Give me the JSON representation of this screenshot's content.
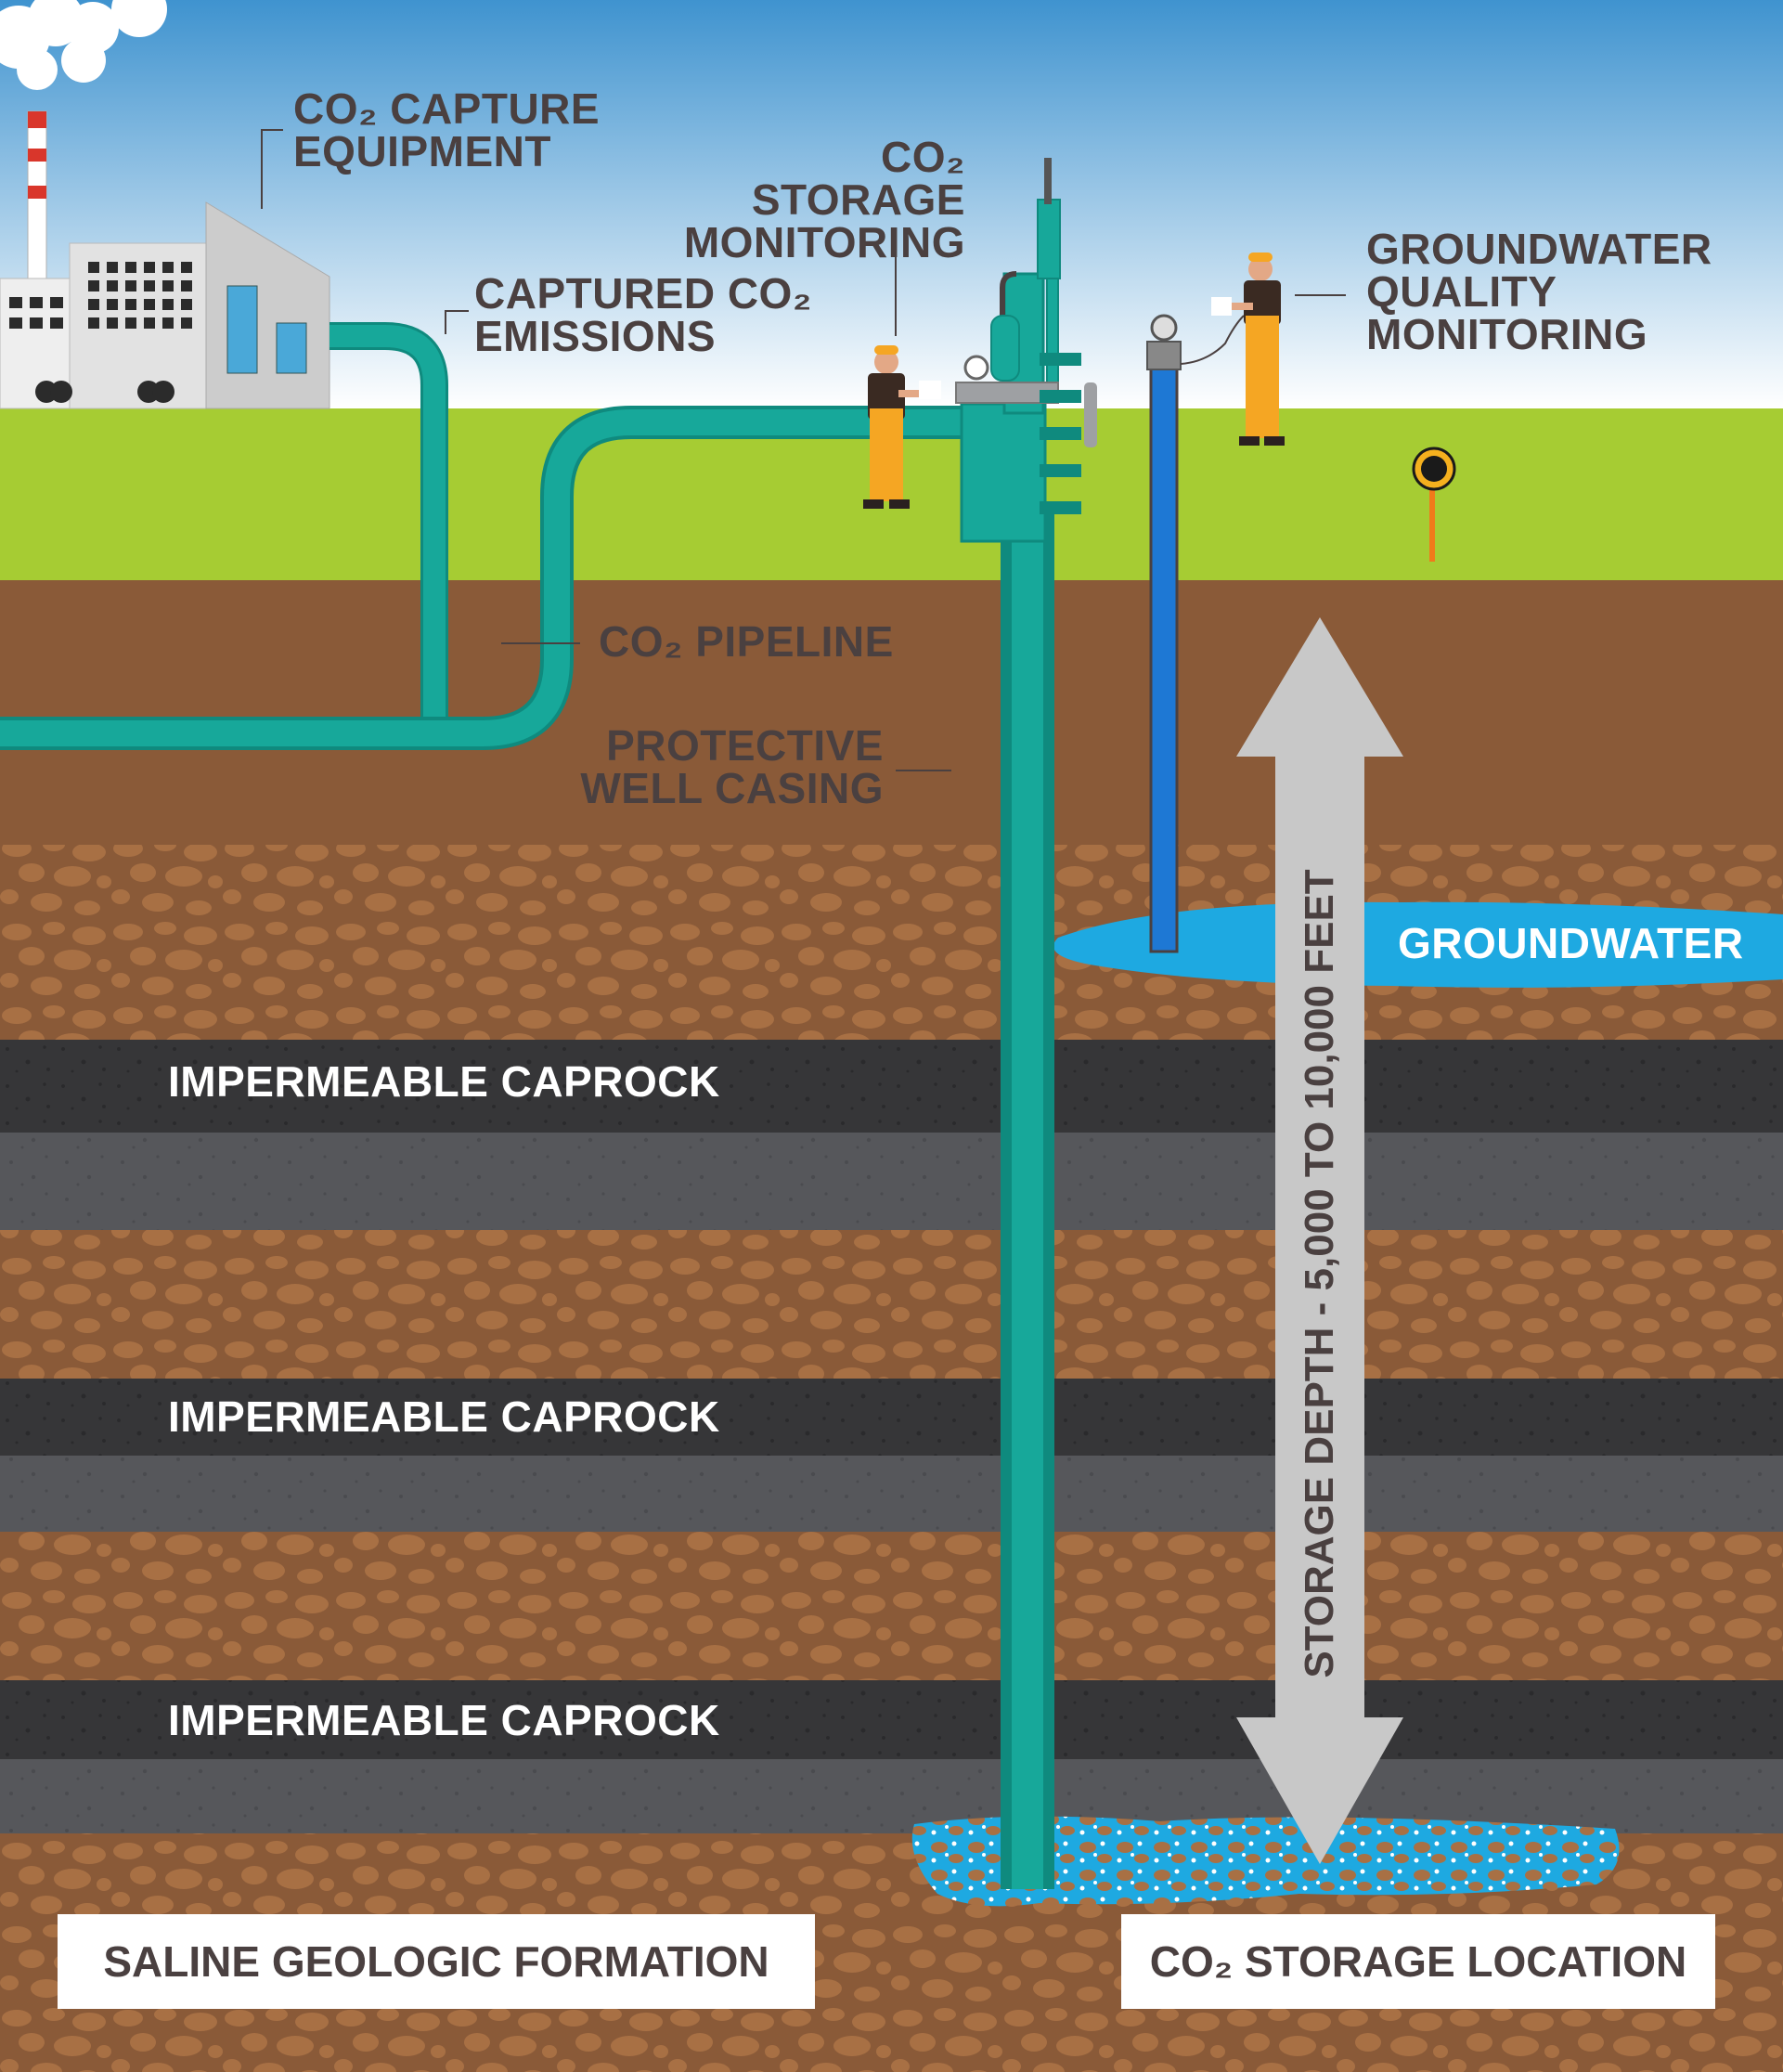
{
  "labels": {
    "capture_line1": "CO₂ CAPTURE",
    "capture_line2": "EQUIPMENT",
    "captured_line1": "CAPTURED CO₂",
    "captured_line2": "EMISSIONS",
    "storage_mon_line1": "CO₂ STORAGE",
    "storage_mon_line2": "MONITORING",
    "gw_mon_line1": "GROUNDWATER",
    "gw_mon_line2": "QUALITY",
    "gw_mon_line3": "MONITORING",
    "pipeline": "CO₂ PIPELINE",
    "casing_line1": "PROTECTIVE",
    "casing_line2": "WELL CASING",
    "groundwater": "GROUNDWATER",
    "caprock_1": "IMPERMEABLE CAPROCK",
    "caprock_2": "IMPERMEABLE CAPROCK",
    "caprock_3": "IMPERMEABLE CAPROCK",
    "depth": "STORAGE DEPTH - 5,000 TO 10,000 FEET",
    "saline": "SALINE GEOLOGIC FORMATION",
    "storage_location": "CO₂ STORAGE LOCATION"
  },
  "colors": {
    "sky_top": "#3f93cf",
    "sky_bottom": "#ffffff",
    "grass": "#a6cc33",
    "soil": "#8a5a38",
    "pebble": "#a87044",
    "caprock_dark": "#363638",
    "caprock_light": "#56575b",
    "pipe": "#17a89a",
    "pipe_dark": "#0f8a7e",
    "water": "#1ea9e1",
    "arrow": "#c8c8c8",
    "text": "#4a4040"
  }
}
